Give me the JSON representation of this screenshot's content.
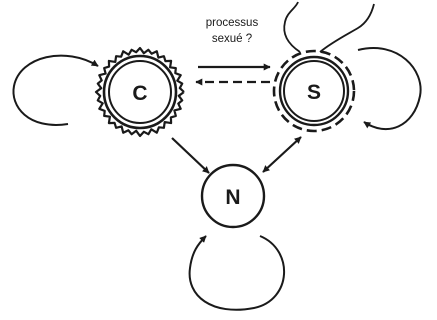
{
  "diagram": {
    "nodes": [
      {
        "id": "C",
        "label": "C"
      },
      {
        "id": "S",
        "label": "S"
      },
      {
        "id": "N",
        "label": "N"
      }
    ],
    "annotation": {
      "line1": "processus",
      "line2": "sexué ?"
    }
  }
}
